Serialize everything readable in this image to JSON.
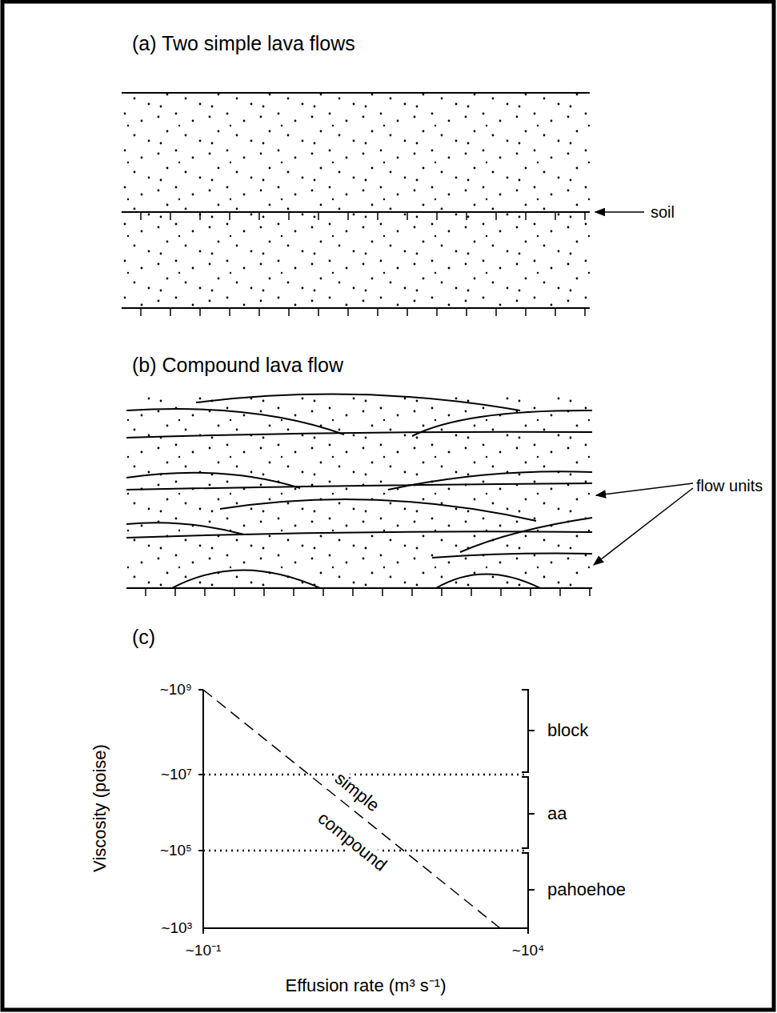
{
  "diagram": {
    "labels": [
      "(a) Two simple lava flows",
      "soil",
      "(b) Compound lava flow",
      "flow units",
      "(c)",
      "~10⁹",
      "~10⁷",
      "~10⁵",
      "~10³",
      "Viscosity (poise)",
      "~10⁻¹",
      "~10⁴",
      "Effusion rate (m³ s⁻¹)",
      "block",
      "aa",
      "pahoehoe",
      "simple",
      "compound"
    ]
  }
}
